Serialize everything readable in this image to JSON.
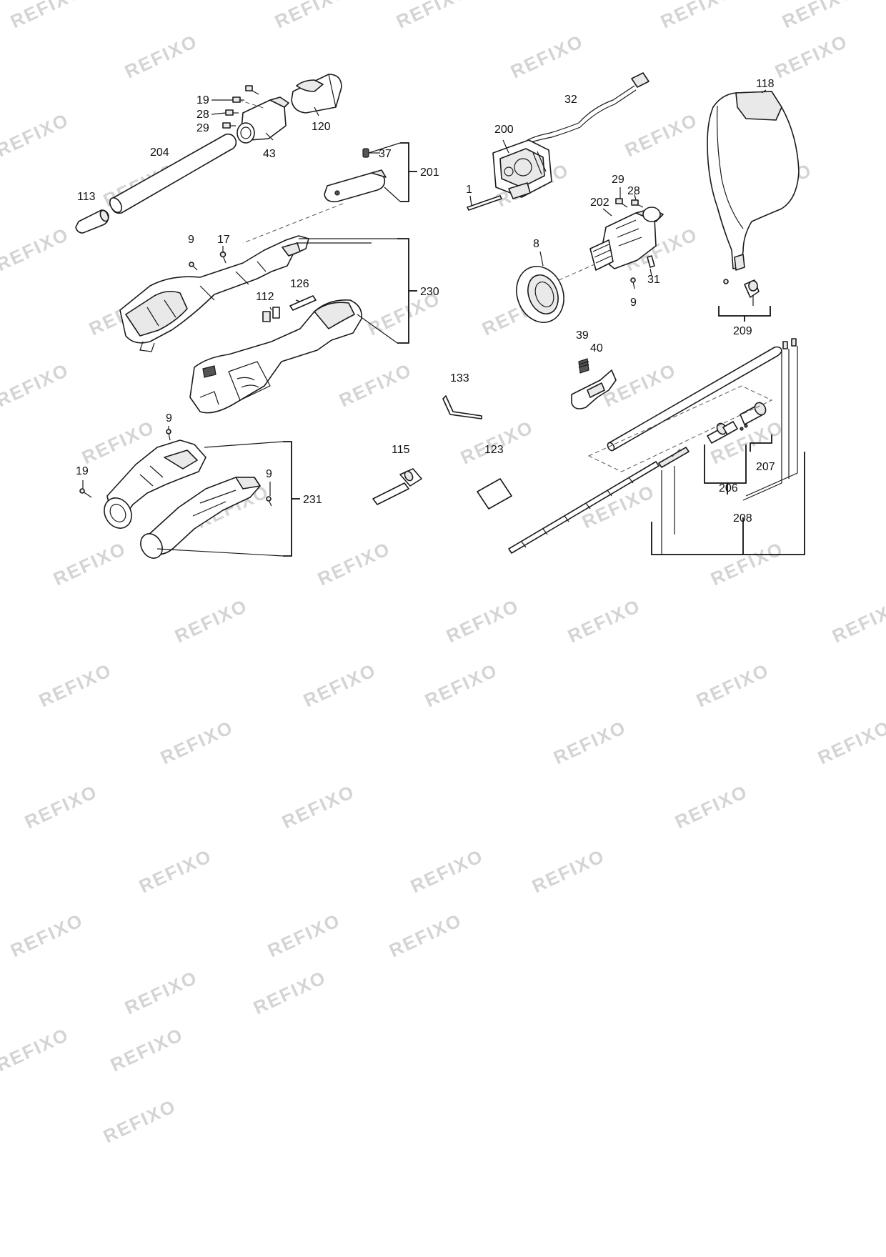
{
  "watermark": {
    "text": "REFIXO"
  },
  "labels": {
    "l19a": "19",
    "l28a": "28",
    "l29a": "29",
    "l43": "43",
    "l120": "120",
    "l204": "204",
    "l113": "113",
    "l37": "37",
    "l201": "201",
    "l200": "200",
    "l32": "32",
    "l1": "1",
    "l202": "202",
    "l29b": "29",
    "l28b": "28",
    "l8": "8",
    "l31": "31",
    "l9c": "9",
    "l118": "118",
    "l209": "209",
    "l9a": "9",
    "l17": "17",
    "l126": "126",
    "l112": "112",
    "l230": "230",
    "l39": "39",
    "l40": "40",
    "l133": "133",
    "l115": "115",
    "l123": "123",
    "l9b": "9",
    "l19b": "19",
    "l9d": "9",
    "l231": "231",
    "l206": "206",
    "l207": "207",
    "l208": "208"
  }
}
